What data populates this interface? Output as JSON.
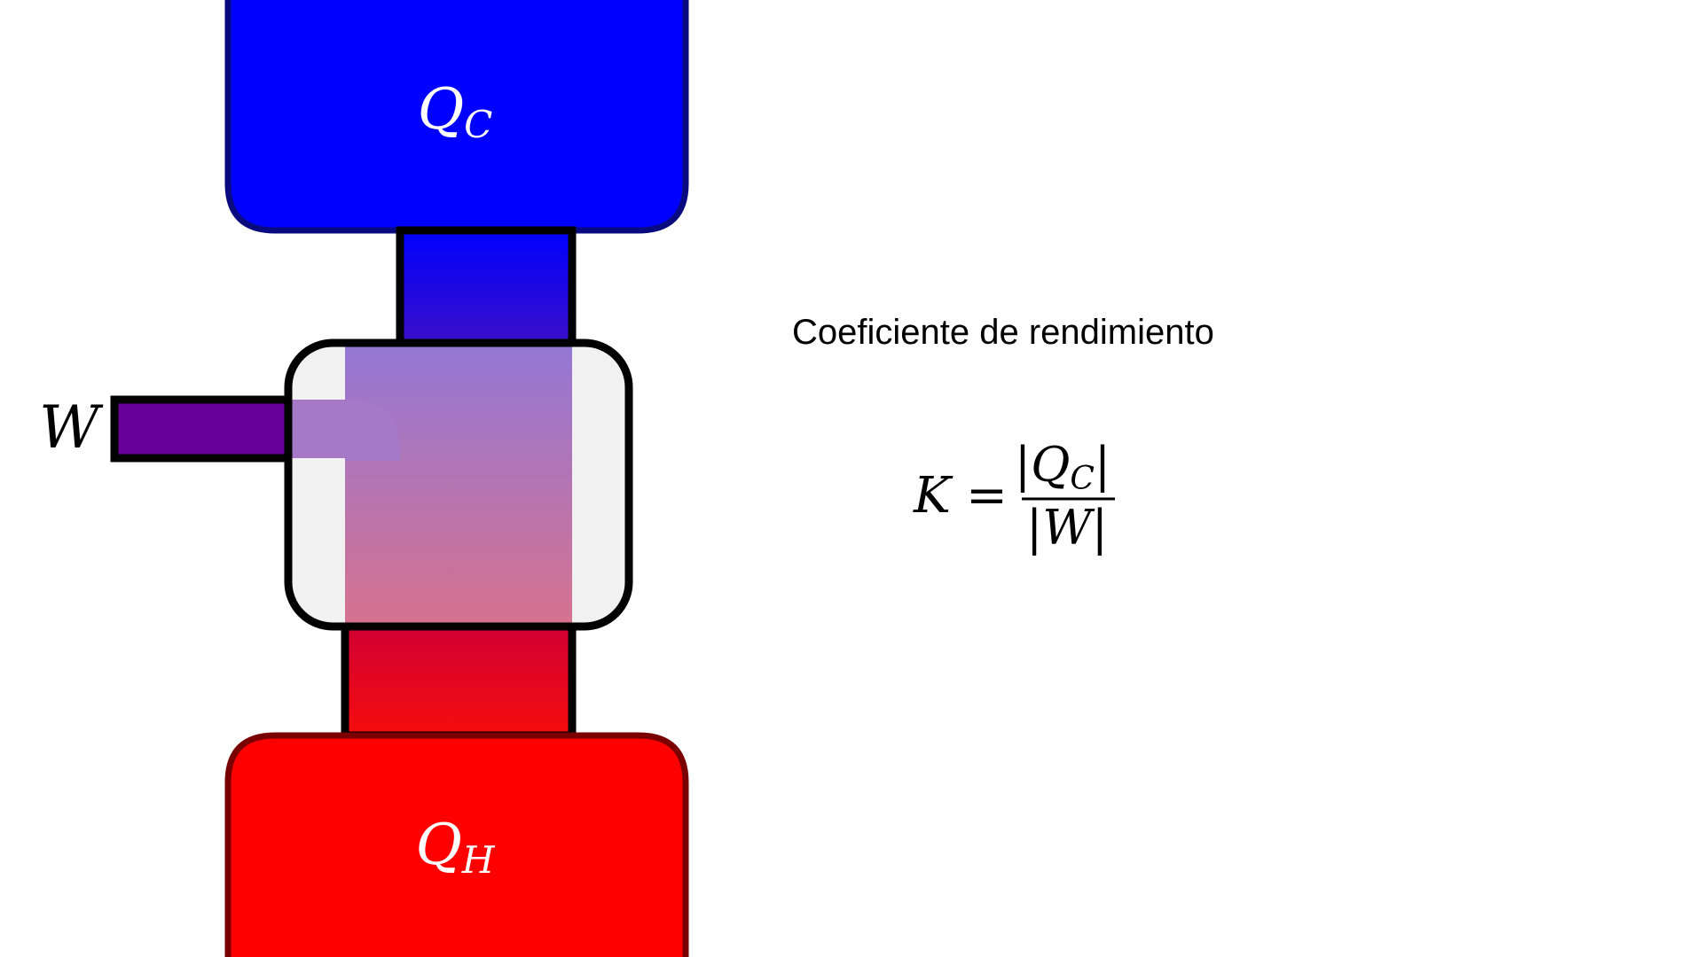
{
  "cold_reservoir": {
    "symbol": "Q",
    "subscript": "C",
    "color": "#0000ff",
    "border_color": "#0a0a80"
  },
  "hot_reservoir": {
    "symbol": "Q",
    "subscript": "H",
    "color": "#ff0000",
    "border_color": "#7a0000"
  },
  "work": {
    "symbol": "W",
    "color": "#660099"
  },
  "machine": {
    "fill": "#f1f1f1",
    "border_color": "#000000"
  },
  "heading": {
    "text": "Coeficiente de rendimiento"
  },
  "formula": {
    "lhs": "K",
    "equals": "=",
    "numerator_symbol": "Q",
    "numerator_subscript": "C",
    "denominator_symbol": "W",
    "bar": "|"
  }
}
